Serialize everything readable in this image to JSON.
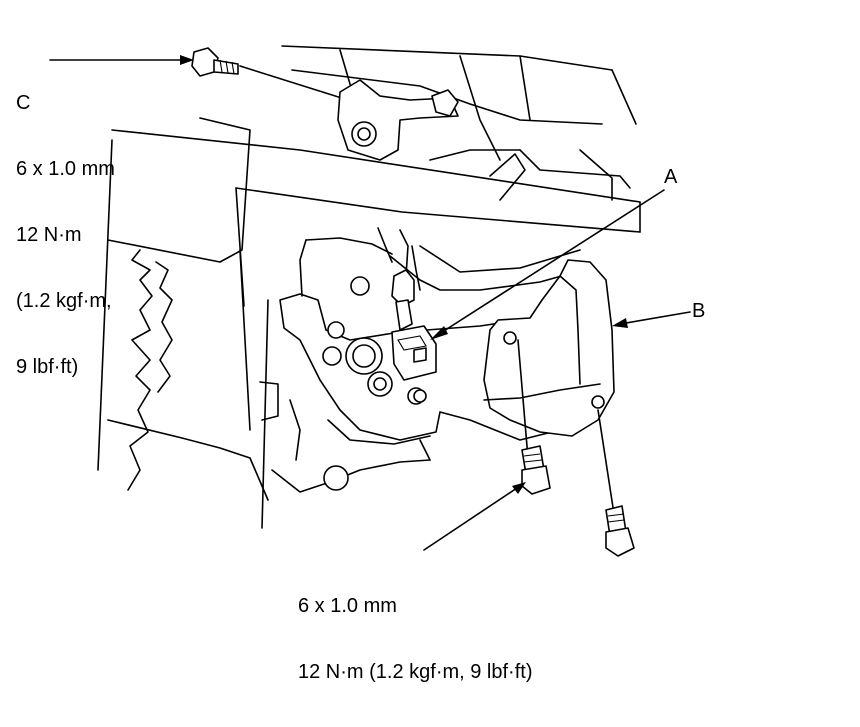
{
  "labels": {
    "c": {
      "letter": "C",
      "size": "6 x 1.0 mm",
      "torque_nm": "12 N·m",
      "torque_kgf": "(1.2 kgf·m,",
      "torque_lbf": "9 lbf·ft)"
    },
    "a": {
      "letter": "A"
    },
    "b": {
      "letter": "B"
    },
    "bottom": {
      "size": "6 x 1.0 mm",
      "torque": "12 N·m (1.2 kgf·m, 9 lbf·ft)"
    }
  }
}
